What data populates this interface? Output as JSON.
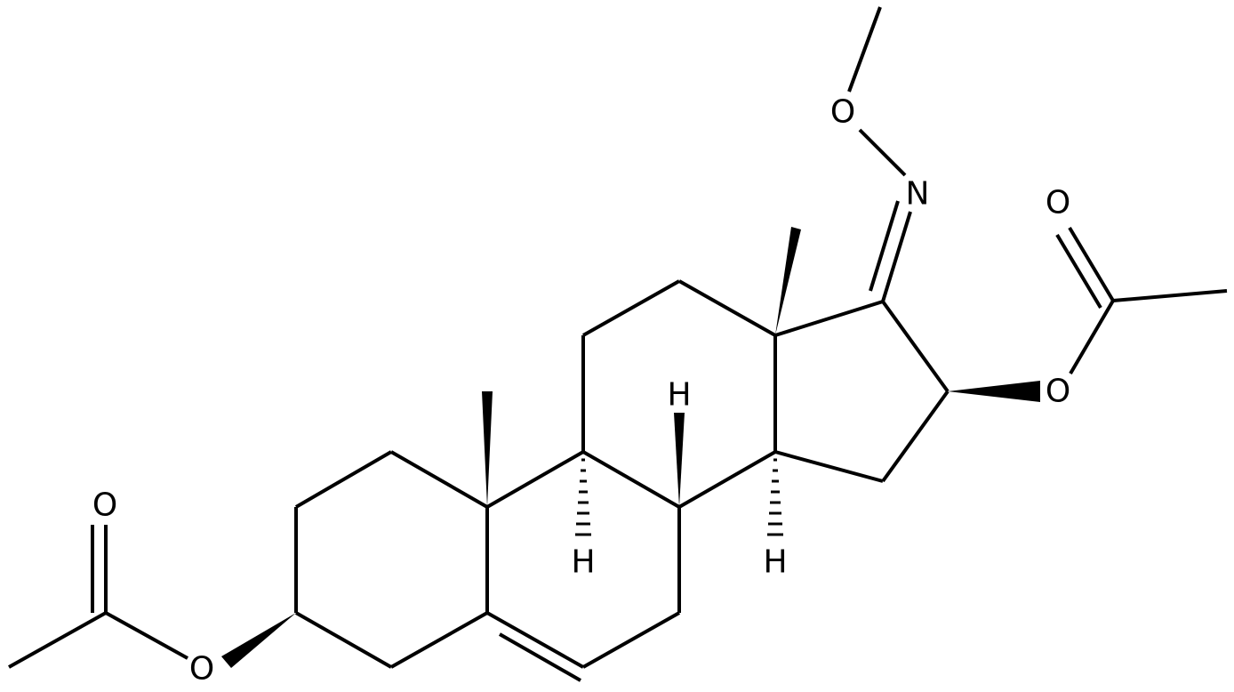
{
  "structure": {
    "labels": {
      "o_methoxy": "O",
      "n_oxime": "N",
      "o_carbonyl_right": "O",
      "o_ester_right": "O",
      "o_carbonyl_left": "O",
      "o_ester_left": "O",
      "h_c8": "H",
      "h_c9": "H",
      "h_c14": "H"
    }
  },
  "colors": {
    "bond": "#000000",
    "background": "#ffffff"
  }
}
